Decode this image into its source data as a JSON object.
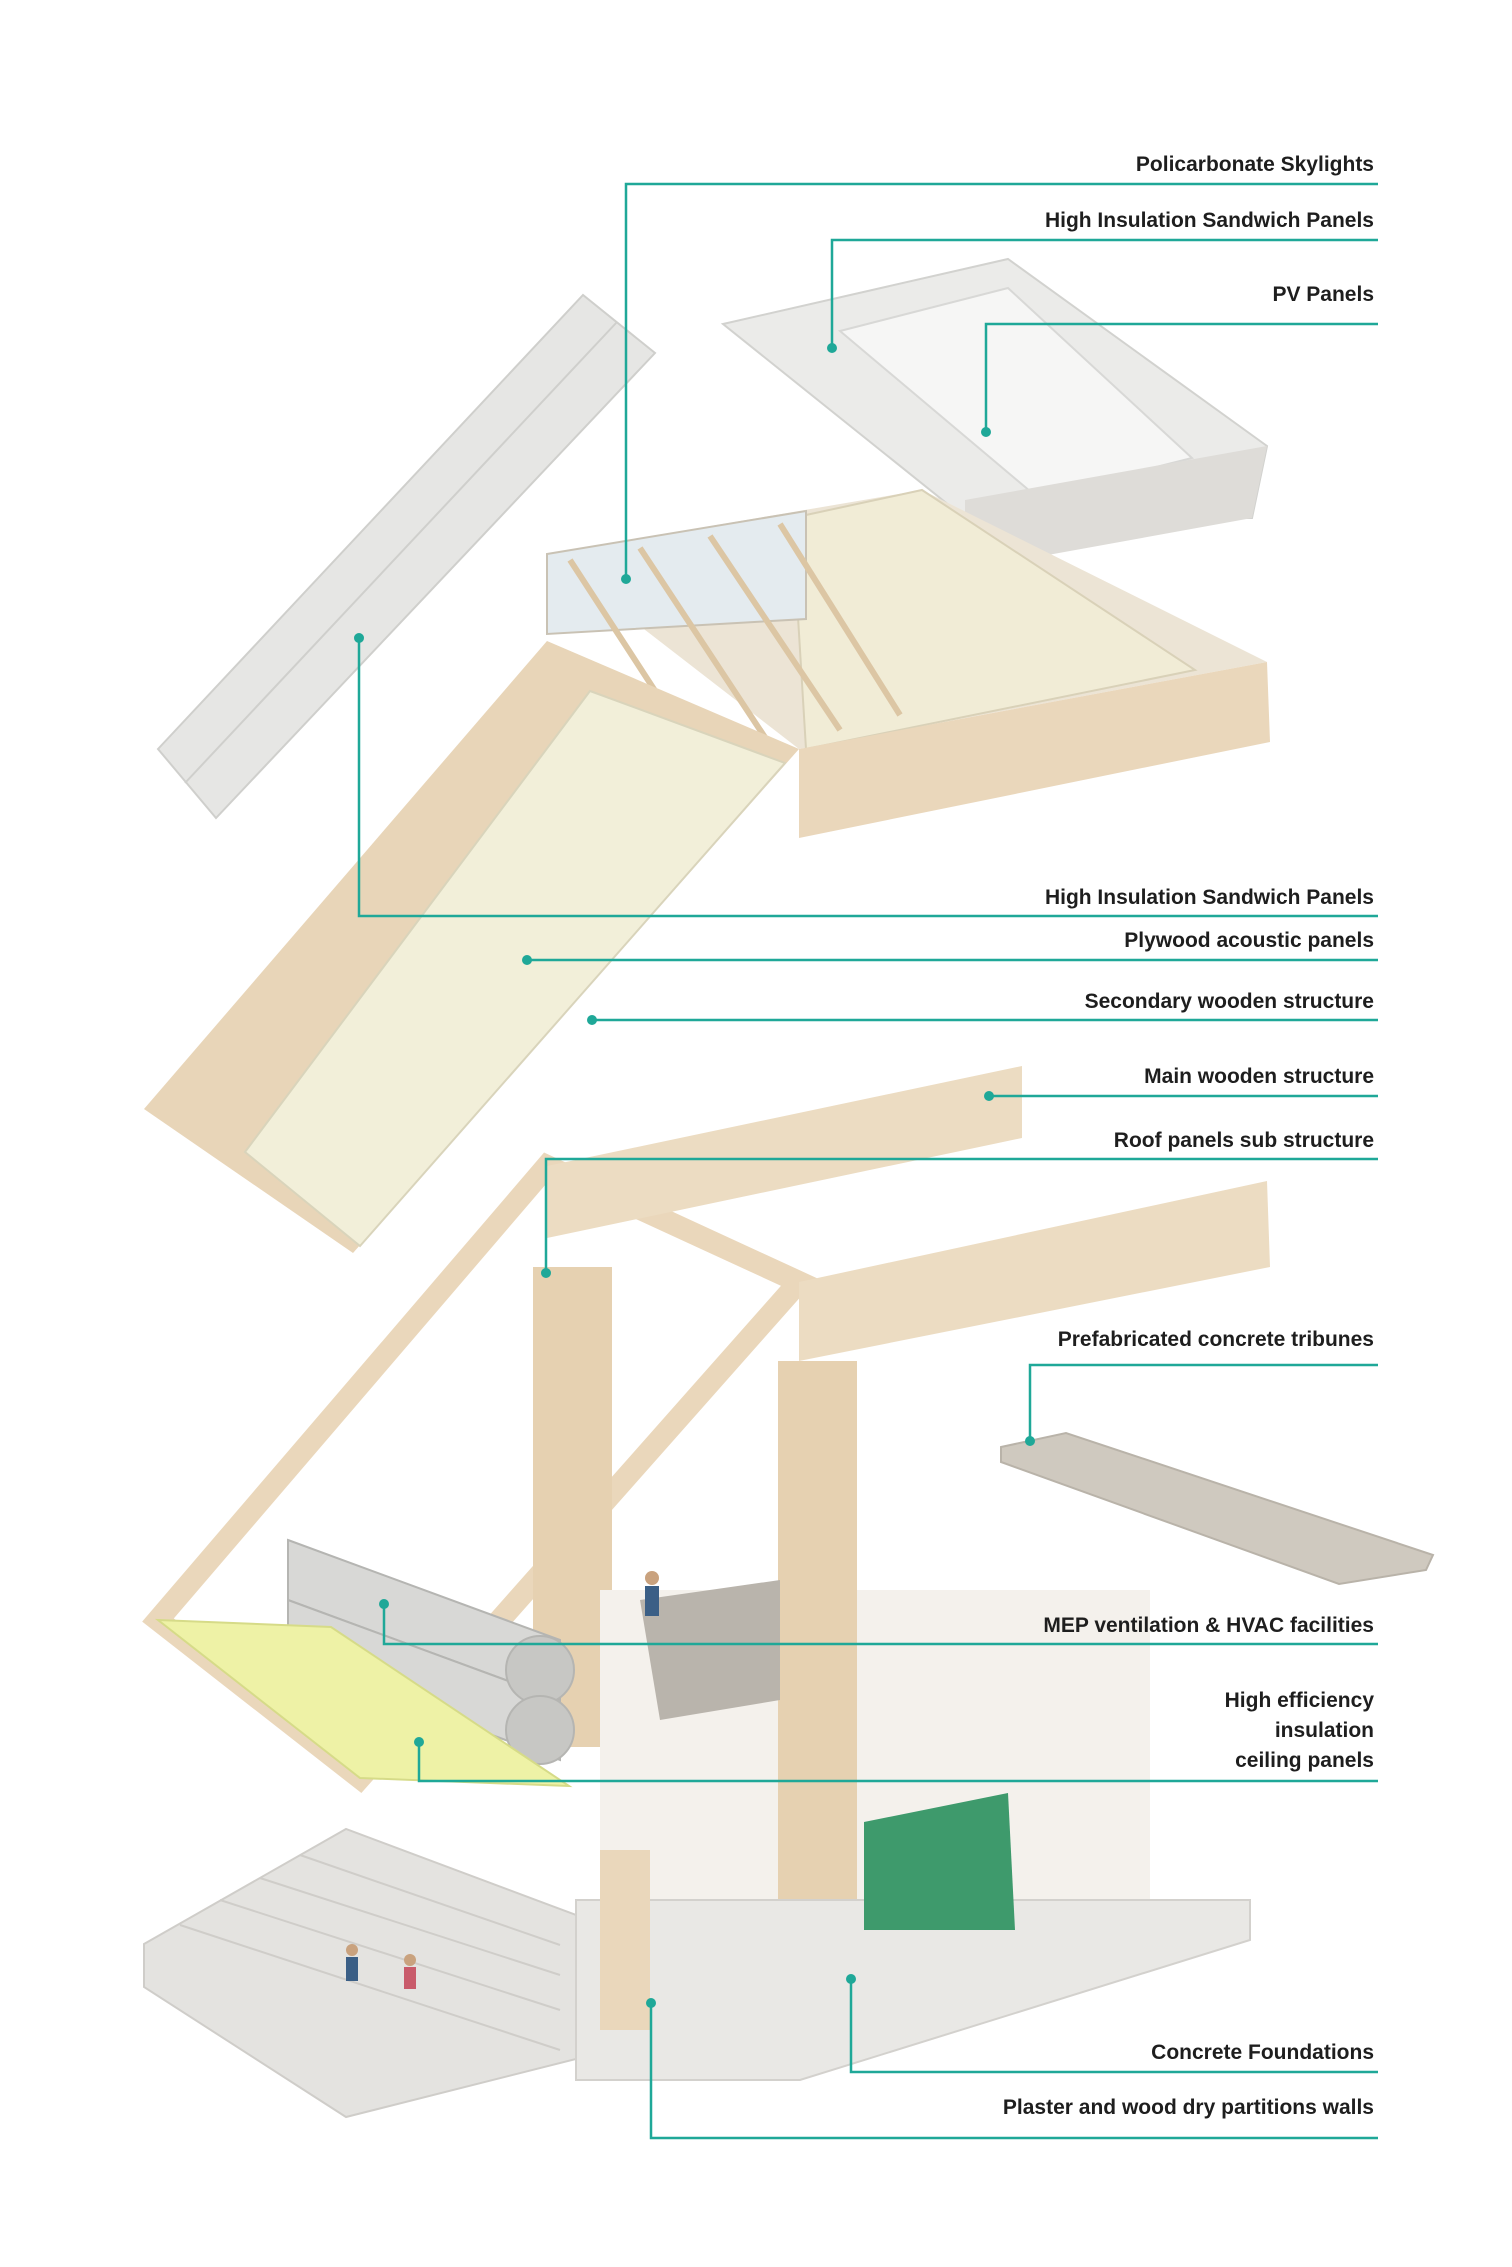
{
  "accent_color": "#1fa898",
  "labels": [
    {
      "id": "skylights",
      "text": "Policarbonate Skylights"
    },
    {
      "id": "roof-sandwich",
      "text": "High Insulation Sandwich Panels"
    },
    {
      "id": "pv",
      "text": "PV Panels"
    },
    {
      "id": "slope-sandwich",
      "text": "High Insulation Sandwich Panels"
    },
    {
      "id": "plywood",
      "text": "Plywood acoustic panels"
    },
    {
      "id": "secondary",
      "text": "Secondary wooden structure"
    },
    {
      "id": "main",
      "text": "Main wooden structure"
    },
    {
      "id": "roof-sub",
      "text": "Roof panels sub structure"
    },
    {
      "id": "tribunes",
      "text": "Prefabricated concrete tribunes"
    },
    {
      "id": "mep",
      "text": "MEP ventilation & HVAC facilities"
    },
    {
      "id": "ceiling",
      "text": "High efficiency insulation ceiling panels",
      "lines": [
        "High efficiency",
        "insulation",
        "ceiling panels"
      ]
    },
    {
      "id": "foundations",
      "text": "Concrete Foundations"
    },
    {
      "id": "partitions",
      "text": "Plaster and wood dry partitions walls"
    }
  ]
}
